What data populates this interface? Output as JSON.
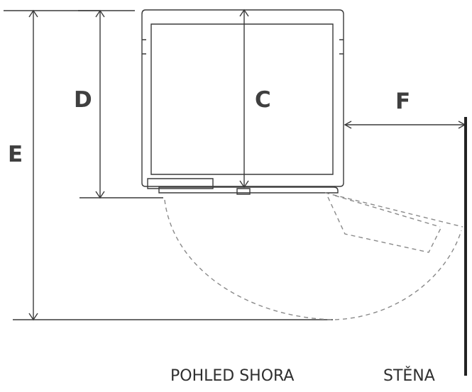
{
  "dimensions": {
    "c": "C",
    "d": "D",
    "e": "E",
    "f": "F"
  },
  "captions": {
    "view": "POHLED SHORA",
    "wall": "STĚNA"
  },
  "colors": {
    "line": "#3a3a3a",
    "dashed": "#8a8a8a",
    "text": "#3f3f3f"
  }
}
